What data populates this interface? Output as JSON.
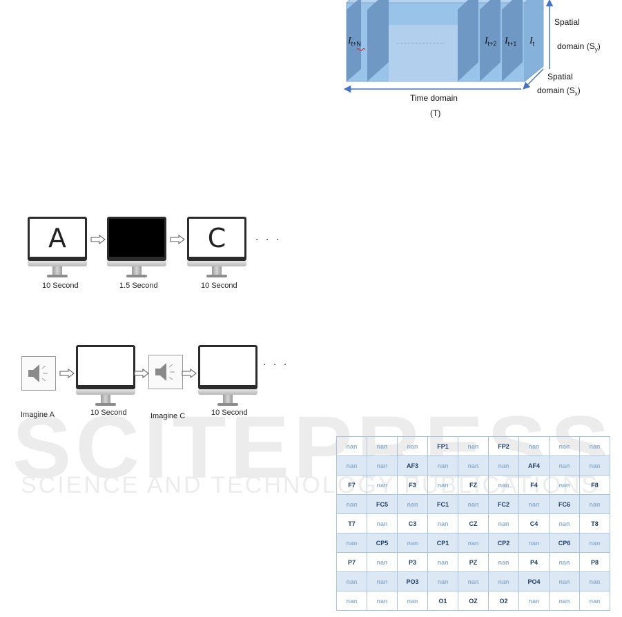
{
  "watermark": {
    "main": "SCITEPRESS",
    "sub": "SCIENCE AND TECHNOLOGY PUBLICATIONS"
  },
  "cube": {
    "frame_labels": [
      "I_{t+N}",
      "I_{t+2}",
      "I_{t+1}",
      "I_t"
    ],
    "frame_first": "I",
    "frame_first_sub": "t+N",
    "frame_2": "I",
    "frame_2_sub": "t+2",
    "frame_3": "I",
    "frame_3_sub": "t+1",
    "frame_4": "I",
    "frame_4_sub": "t",
    "spatial_y_line1": "Spatial",
    "spatial_y_line2": "domain (S",
    "spatial_y_sub": "y",
    "spatial_x_line1": "Spatial",
    "spatial_x_line2": "domain (S",
    "spatial_x_sub": "x",
    "time_line1": "Time domain",
    "time_line2": "(T)"
  },
  "visual_sequence": {
    "screens": [
      "A",
      "",
      "C"
    ],
    "captions": [
      "10 Second",
      "1.5 Second",
      "10 Second"
    ],
    "ellipsis": ". . ."
  },
  "audio_sequence": {
    "captions": [
      "Imagine A",
      "10 Second",
      "Imagine C",
      "10 Second"
    ],
    "ellipsis": ". . ."
  },
  "electrode_grid": [
    [
      "nan",
      "nan",
      "nan",
      "FP1",
      "nan",
      "FP2",
      "nan",
      "nan",
      "nan"
    ],
    [
      "nan",
      "nan",
      "AF3",
      "nan",
      "nan",
      "nan",
      "AF4",
      "nan",
      "nan"
    ],
    [
      "F7",
      "nan",
      "F3",
      "nan",
      "FZ",
      "nan",
      "F4",
      "nan",
      "F8"
    ],
    [
      "nan",
      "FC5",
      "nan",
      "FC1",
      "nan",
      "FC2",
      "nan",
      "FC6",
      "nan"
    ],
    [
      "T7",
      "nan",
      "C3",
      "nan",
      "CZ",
      "nan",
      "C4",
      "nan",
      "T8"
    ],
    [
      "nan",
      "CP5",
      "nan",
      "CP1",
      "nan",
      "CP2",
      "nan",
      "CP6",
      "nan"
    ],
    [
      "P7",
      "nan",
      "P3",
      "nan",
      "PZ",
      "nan",
      "P4",
      "nan",
      "P8"
    ],
    [
      "nan",
      "nan",
      "PO3",
      "nan",
      "nan",
      "nan",
      "PO4",
      "nan",
      "nan"
    ],
    [
      "nan",
      "nan",
      "nan",
      "O1",
      "OZ",
      "O2",
      "nan",
      "nan",
      "nan"
    ]
  ],
  "colors": {
    "cube_front": "#9ac3ea",
    "cube_slab": "#6f99c4",
    "arrow": "#4472c4"
  }
}
